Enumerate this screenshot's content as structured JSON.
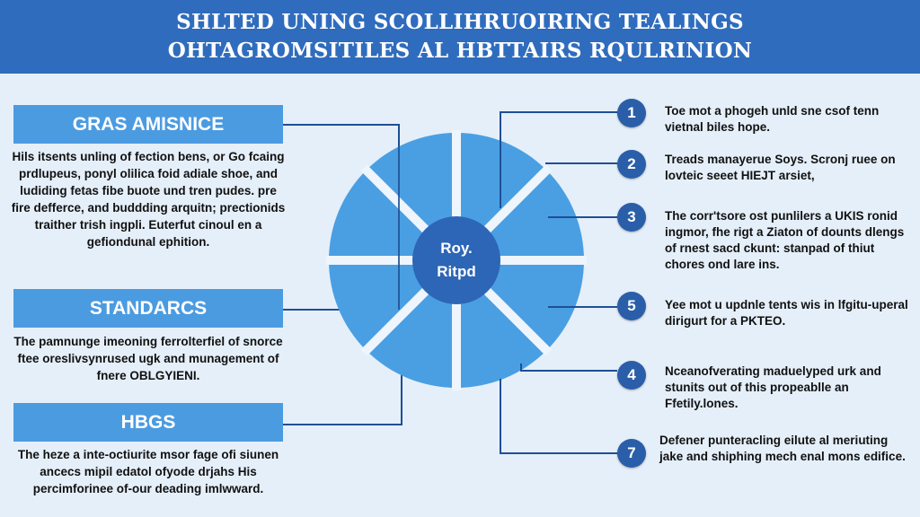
{
  "title": {
    "line1": "SHLTED UNING SCOLLIHRUOIRING TEALINGS",
    "line2": "OHTAGROMSITILES AL HBTTAIRS RQULRINION"
  },
  "hub": {
    "line1": "Roy.",
    "line2": "Ritpd"
  },
  "left_sections": [
    {
      "heading": "GRAS AMISNICE",
      "text": "Hils itsents unling of fection bens, or Go fcaing prdlupeus, ponyl olilica foid adiale shoe, and ludiding fetas fibe buote und tren pudes. pre fire defferce, and buddding arquitn; prectionids traither trish ingpli. Euterfut cinoul en a gefiondunal ephition."
    },
    {
      "heading": "STANDARCS",
      "text": "The pamnunge imeoning ferrolterfiel of snorce ftee oreslivsynrused ugk and munagement of fnere OBLGYIENI."
    },
    {
      "heading": "HBGS",
      "text": "The heze a inte-octiurite msor fage ofi siunen ancecs mipil edatol ofyode drjahs His percimforinee of-our deading imlwward."
    }
  ],
  "right_items": [
    {
      "number": "1",
      "text": "Toe mot a phogeh unld sne csof tenn vietnal biles hope."
    },
    {
      "number": "2",
      "text": "Treads manayerue Soys. Scronj ruee on lovteic seeet HIEJT arsiet,"
    },
    {
      "number": "3",
      "text": "The corr'tsore ost punlilers a UKIS ronid ingmor, fhe rigt a Ziaton of dounts dlengs of rnest sacd ckunt: stanpad of thiut chores ond lare ins."
    },
    {
      "number": "5",
      "text": "Yee mot u updnle tents wis in lfgitu-uperal dirigurt for a PKTEO."
    },
    {
      "number": "4",
      "text": "Nceanofverating maduelyped urk and stunits out of this propeablle an Ffetily.lones."
    },
    {
      "number": "7",
      "text": "Defener punteracling eilute al meriuting jake and shiphing mech enal mons edifice."
    }
  ],
  "colors": {
    "header": "#2f6cbd",
    "box": "#4b9be1",
    "wheel": "#4a9fe3",
    "hub": "#2d66b6",
    "badge": "#2a5ea8",
    "line": "#1f4f95",
    "background": "#e5eff9"
  }
}
